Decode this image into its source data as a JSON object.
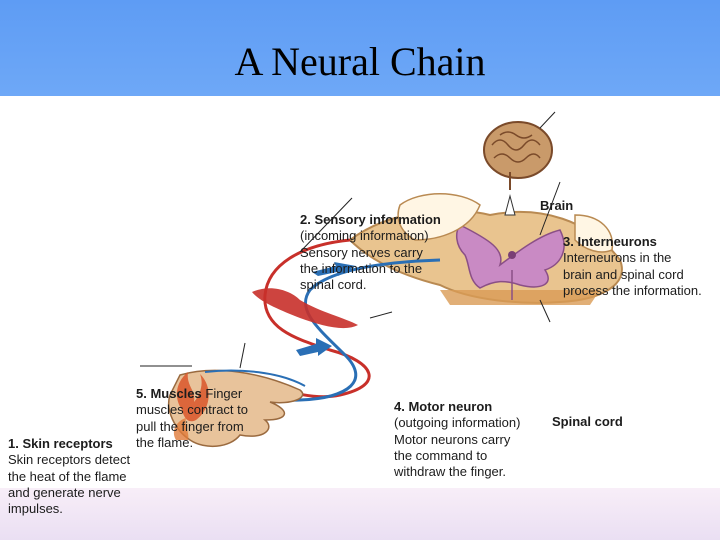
{
  "slide": {
    "title": "A Neural Chain"
  },
  "diagram": {
    "labels": {
      "sensory": {
        "heading": "2. Sensory information",
        "lines": [
          "(incoming information)",
          "Sensory nerves carry",
          "the information to the",
          "spinal cord."
        ]
      },
      "brain": {
        "heading": "Brain"
      },
      "interneurons": {
        "heading": "3. Interneurons",
        "lines": [
          "Interneurons in the",
          "brain and spinal cord",
          "process the information."
        ]
      },
      "muscles": {
        "heading": "5. Muscles",
        "first_tail": " Finger",
        "lines": [
          "muscles contract to",
          "pull the finger from",
          "the flame."
        ]
      },
      "motor": {
        "heading": "4. Motor neuron",
        "lines": [
          "(outgoing information)",
          "Motor neurons carry",
          "the command to",
          "withdraw the finger."
        ]
      },
      "spinal_cord": {
        "heading": "Spinal cord"
      },
      "skin": {
        "heading": "1. Skin receptors",
        "lines": [
          "Skin receptors detect",
          "the heat of the flame",
          "and generate nerve",
          "impulses."
        ]
      }
    },
    "colors": {
      "sensory_nerve": "#c8302a",
      "motor_nerve": "#2a6fb5",
      "spinal_tissue": "#e9c48f",
      "gray_matter": "#c98ac4",
      "brain": "#c99a6a",
      "skin": "#e8c39b"
    }
  }
}
